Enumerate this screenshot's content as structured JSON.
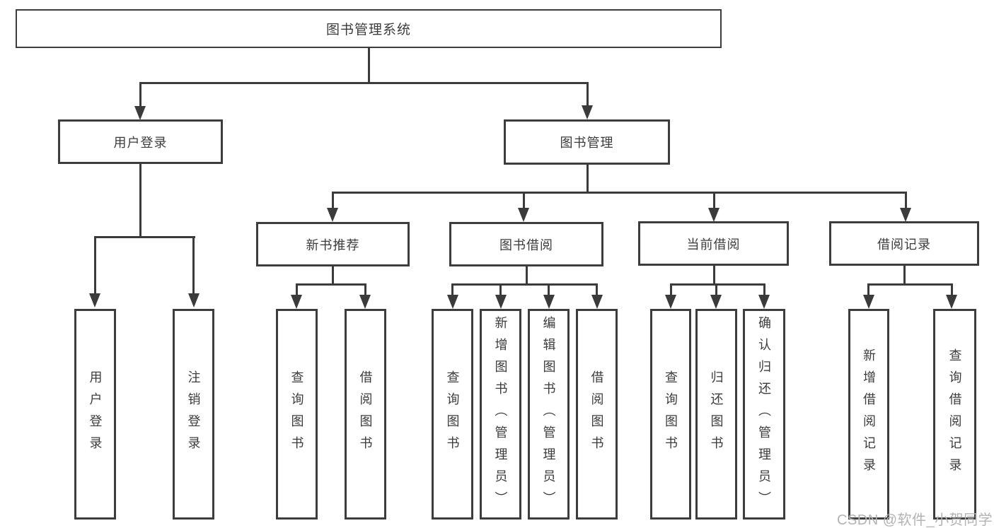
{
  "diagram": {
    "type": "tree",
    "tree": {
      "label": "图书管理系统",
      "children": [
        {
          "label": "用户登录",
          "children": [
            {
              "label": "用户登录"
            },
            {
              "label": "注销登录"
            }
          ]
        },
        {
          "label": "图书管理",
          "children": [
            {
              "label": "新书推荐",
              "children": [
                {
                  "label": "查询图书"
                },
                {
                  "label": "借阅图书"
                }
              ]
            },
            {
              "label": "图书借阅",
              "children": [
                {
                  "label": "查询图书"
                },
                {
                  "label": "新增图书（管理员）"
                },
                {
                  "label": "编辑图书（管理员）"
                },
                {
                  "label": "借阅图书"
                }
              ]
            },
            {
              "label": "当前借阅",
              "children": [
                {
                  "label": "查询图书"
                },
                {
                  "label": "归还图书"
                },
                {
                  "label": "确认归还（管理员）"
                }
              ]
            },
            {
              "label": "借阅记录",
              "children": [
                {
                  "label": "新增借阅记录"
                },
                {
                  "label": "查询借阅记录"
                }
              ]
            }
          ]
        }
      ]
    },
    "colors": {
      "line": "#3b3b3b",
      "box_border": "#3d3d3d",
      "text": "#3c3c3c",
      "background": "#ffffff",
      "watermark": "#b3b3b3"
    }
  },
  "watermark": {
    "text": "CSDN @软件_小贺同学"
  }
}
